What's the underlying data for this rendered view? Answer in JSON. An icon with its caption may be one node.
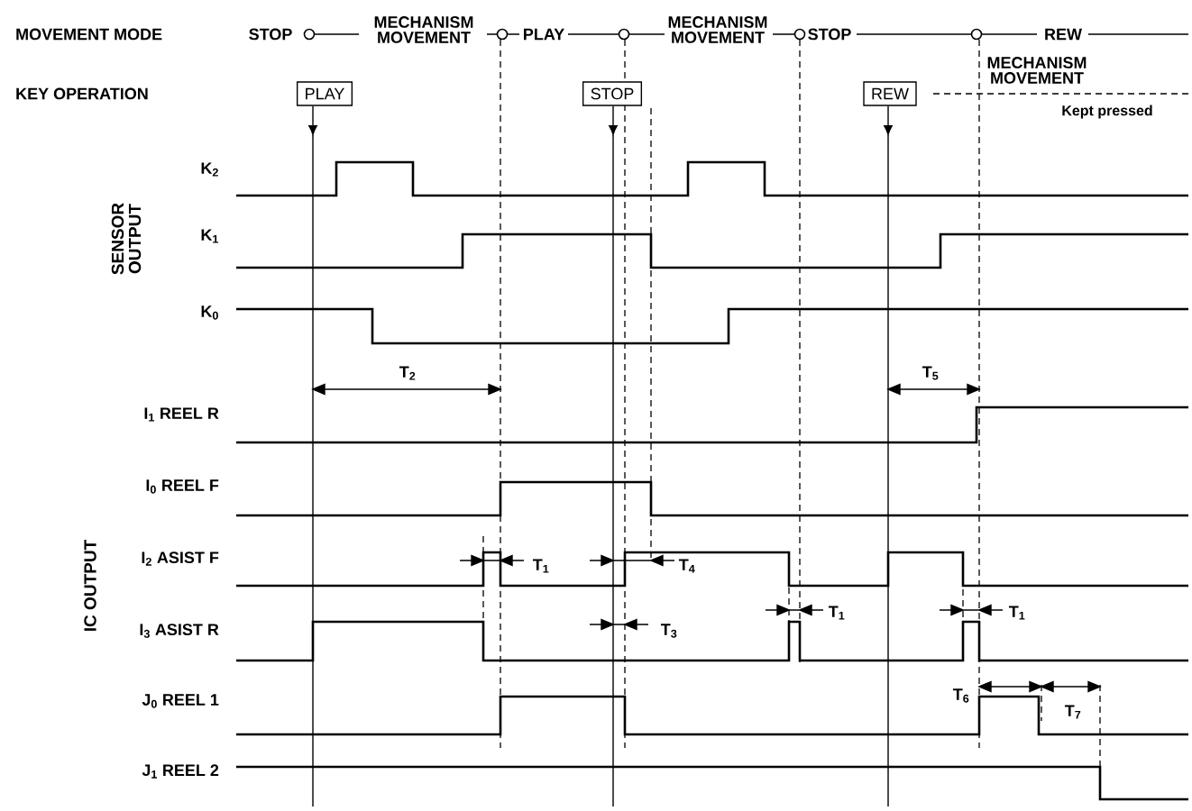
{
  "diagram": {
    "nodes": [
      {
        "text": [
          "PLAY"
        ]
      },
      {
        "text": [
          "STOP"
        ]
      },
      {
        "text": [
          "REW"
        ]
      }
    ],
    "edges": [
      {
        "from": 0,
        "to": null,
        "arrow": "to"
      },
      {
        "from": 1,
        "to": null,
        "arrow": "to"
      },
      {
        "from": 2,
        "to": null,
        "arrow": "to"
      }
    ],
    "labels": [
      "MOVEMENT MODE",
      "STOP",
      "MECHANISM MOVEMENT",
      "PLAY",
      "MECHANISM MOVEMENT",
      "STOP",
      "REW",
      "MECHANISM MOVEMENT",
      "KEY OPERATION",
      "Kept pressed",
      "K$_{2}$",
      "SENSOR OUTPUT",
      "K$_{1}$",
      "K$_{0}$",
      "T$_{2}$",
      "T$_{5}$",
      "I$_{1}$ REEL R",
      "I$_{0}$ REEL F",
      "T$_{1}$",
      "T$_{4}$",
      "I$_{2}$ ASIST F",
      "T$_{1}$",
      "T$_{1}$",
      "IC OUTPUT",
      "I$_{3}$ ASIST R",
      "T$_{3}$",
      "T$_{6}$",
      "T$_{7}$",
      "J$_{0}$ REEL 1",
      "J$_{1}$ REEL 2"
    ]
  }
}
